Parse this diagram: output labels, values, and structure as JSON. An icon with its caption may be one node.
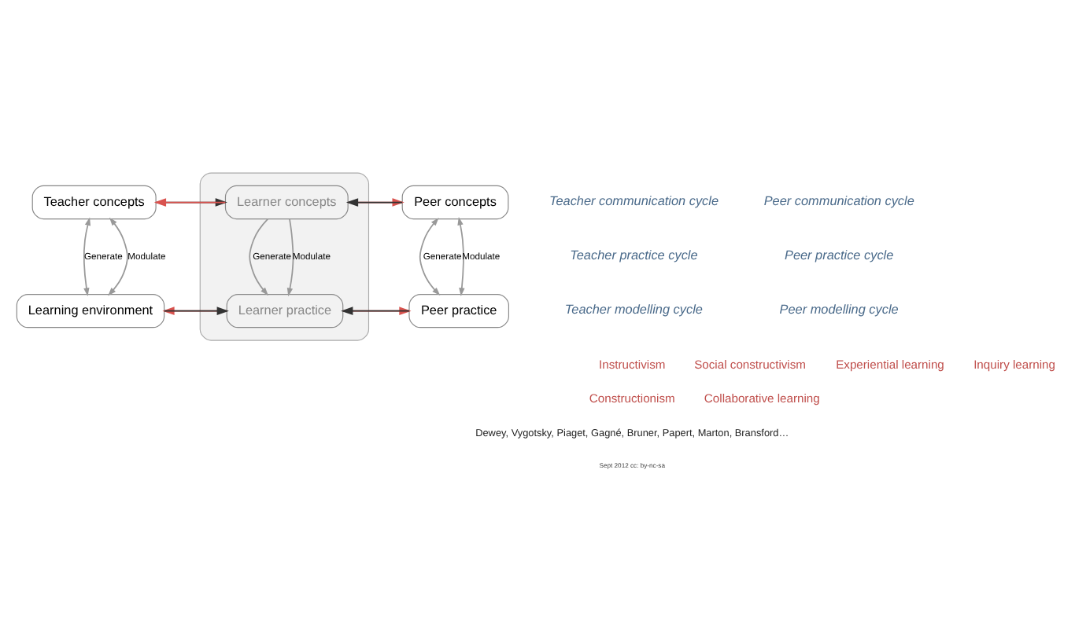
{
  "diagram": {
    "nodes": [
      {
        "text": [
          "Teacher concepts"
        ]
      },
      {
        "text": [],
        "shape": "box"
      },
      {
        "text": [
          "Learner concepts"
        ],
        "in": 1
      },
      {
        "text": [
          "Peer concepts"
        ]
      },
      {
        "text": [
          "Learning environment"
        ]
      },
      {
        "text": [
          "Learner practice"
        ],
        "in": 1
      },
      {
        "text": [
          "Peer practice"
        ]
      }
    ],
    "edges": [
      {
        "from": 0,
        "to": 2,
        "arrow": "to",
        "color": "#333333"
      },
      {
        "from": 2,
        "to": 0,
        "arrow": "to",
        "color": "#d9534f"
      },
      {
        "from": 2,
        "to": 3,
        "arrow": "to",
        "color": "#d9534f"
      },
      {
        "from": 3,
        "to": 2,
        "arrow": "to",
        "color": "#333333"
      },
      {
        "from": 0,
        "to": 4,
        "arrow": "both",
        "label": "Generate",
        "color": "#999999"
      },
      {
        "from": 4,
        "to": 0,
        "arrow": "both",
        "label": "Modulate",
        "color": "#999999"
      },
      {
        "from": 2,
        "to": 5,
        "arrow": "to",
        "label": "Generate",
        "color": "#999999"
      },
      {
        "from": 2,
        "to": 5,
        "arrow": "to",
        "label": "Modulate",
        "color": "#999999"
      },
      {
        "from": 3,
        "to": 6,
        "arrow": "both",
        "label": "Generate",
        "color": "#999999"
      },
      {
        "from": 6,
        "to": 3,
        "arrow": "both",
        "label": "Modulate",
        "color": "#999999"
      },
      {
        "from": 4,
        "to": 5,
        "arrow": "to",
        "color": "#333333"
      },
      {
        "from": 5,
        "to": 4,
        "arrow": "to",
        "color": "#d9534f"
      },
      {
        "from": 5,
        "to": 6,
        "arrow": "to",
        "color": "#d9534f"
      },
      {
        "from": 6,
        "to": 5,
        "arrow": "to",
        "color": "#333333"
      }
    ],
    "labels": [
      "Teacher communication cycle",
      "Teacher practice cycle",
      "Teacher modelling cycle",
      "Peer communication cycle",
      "Peer practice cycle",
      "Peer modelling cycle",
      "Instructivism",
      "Social constructivism",
      "Experiential learning",
      "Inquiry learning",
      "Constructionism",
      "Collaborative learning",
      "Dewey, Vygotsky, Piaget, Gagné, Bruner, Papert, Marton, Bransford…",
      "Sept 2012 cc: by-nc-sa"
    ]
  }
}
